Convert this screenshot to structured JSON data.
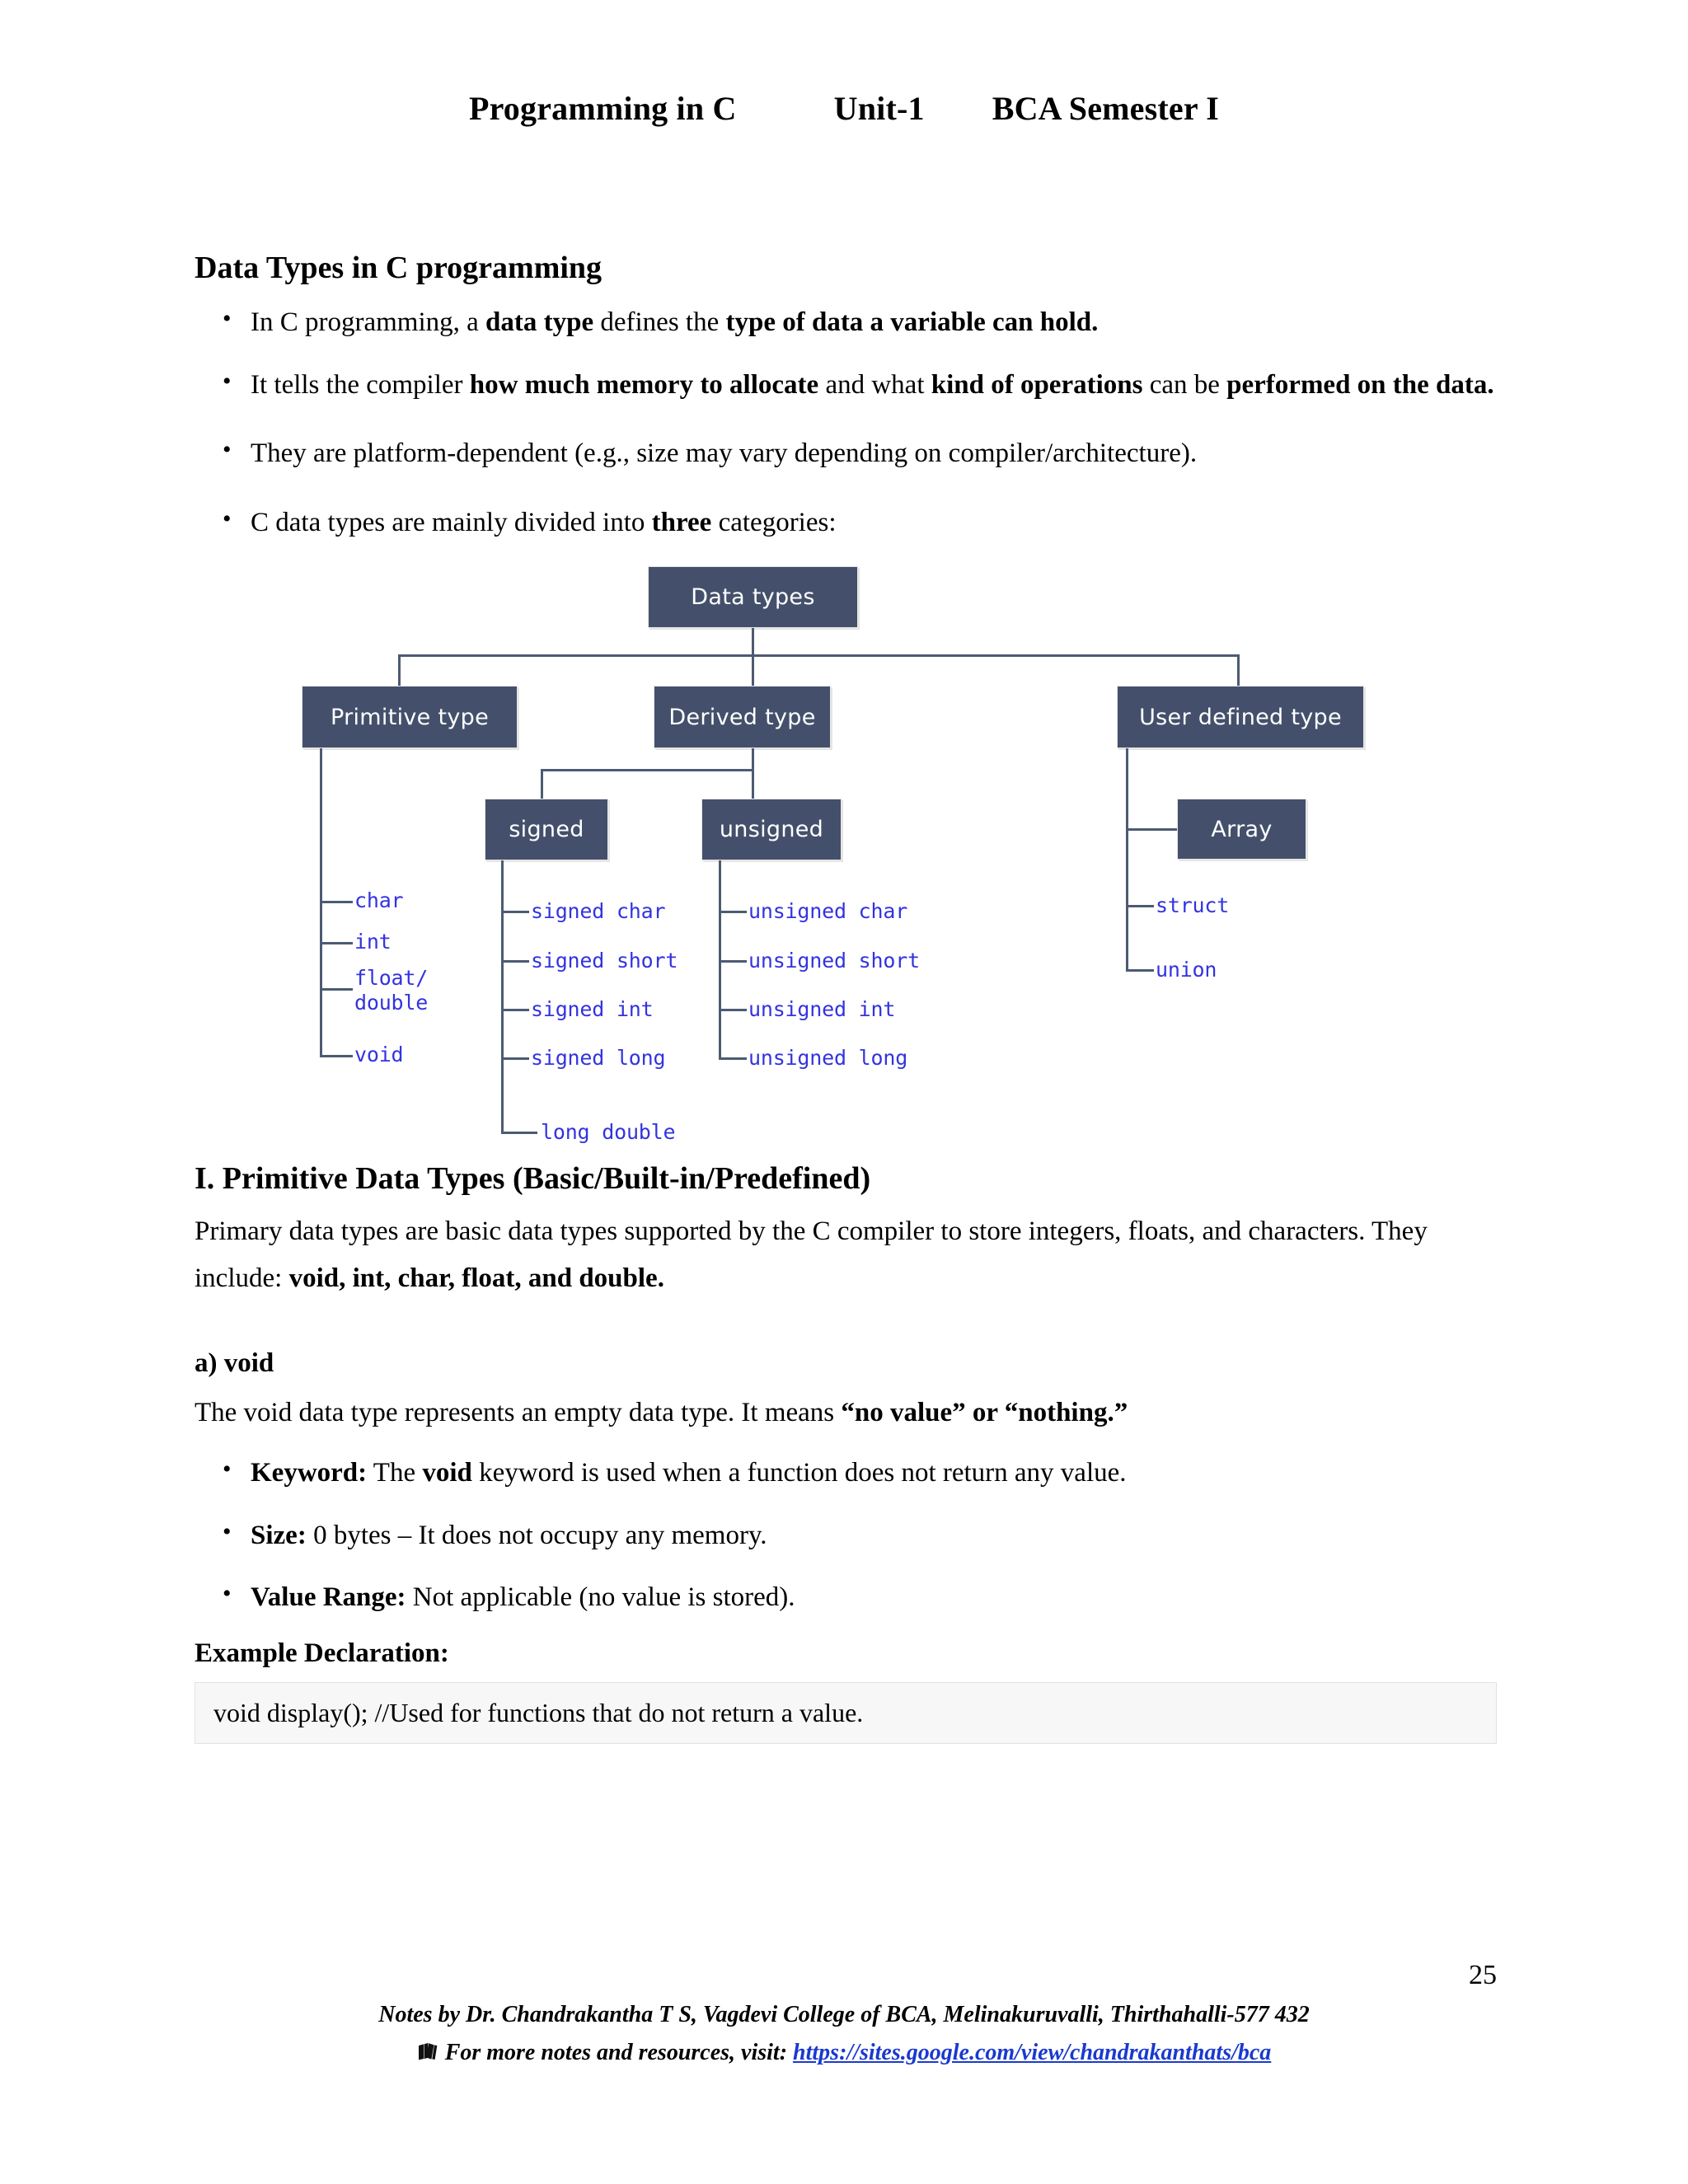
{
  "header": {
    "course": "Programming in C",
    "unit": "Unit-1",
    "semester": "BCA Semester I"
  },
  "main": {
    "title": "Data Types in C programming",
    "intro_bullets": [
      {
        "parts": [
          {
            "t": "In C programming, a ",
            "b": false
          },
          {
            "t": "data type",
            "b": true
          },
          {
            "t": " defines the ",
            "b": false
          },
          {
            "t": "type of data a variable can hold.",
            "b": true
          }
        ]
      },
      {
        "parts": [
          {
            "t": "It tells the compiler ",
            "b": false
          },
          {
            "t": "how much memory to allocate",
            "b": true
          },
          {
            "t": " and what ",
            "b": false
          },
          {
            "t": "kind of operations",
            "b": true
          },
          {
            "t": " can be ",
            "b": false
          },
          {
            "t": "performed on the data.",
            "b": true
          }
        ]
      },
      {
        "parts": [
          {
            "t": "They are platform-dependent (e.g., size may vary depending on compiler/architecture).",
            "b": false
          }
        ]
      },
      {
        "parts": [
          {
            "t": "C data types are mainly divided into ",
            "b": false
          },
          {
            "t": "three",
            "b": true
          },
          {
            "t": " categories:",
            "b": false
          }
        ]
      }
    ],
    "section1_title": "I. Primitive Data Types (Basic/Built-in/Predefined)",
    "section1_para": [
      {
        "t": "Primary data types are basic data types supported by the C compiler to store integers, floats, and characters. They include: ",
        "b": false
      },
      {
        "t": "void, int, char, float, and double.",
        "b": true
      }
    ],
    "subsection_a_title": "a) void",
    "subsection_a_para": [
      {
        "t": "The void data type represents an empty data type. It means ",
        "b": false
      },
      {
        "t": "“no value” or “nothing.”",
        "b": true
      }
    ],
    "void_bullets": [
      {
        "parts": [
          {
            "t": "Keyword:",
            "b": true
          },
          {
            "t": " The ",
            "b": false
          },
          {
            "t": "void",
            "b": true
          },
          {
            "t": " keyword is used when a function does not return any value.",
            "b": false
          }
        ]
      },
      {
        "parts": [
          {
            "t": "Size:",
            "b": true
          },
          {
            "t": " 0 bytes – It does not occupy any memory.",
            "b": false
          }
        ]
      },
      {
        "parts": [
          {
            "t": "Value Range:",
            "b": true
          },
          {
            "t": " Not applicable (no value is stored).",
            "b": false
          }
        ]
      }
    ],
    "example_label": "Example Declaration:",
    "example_code": "void display(); //Used for functions that do not return a value."
  },
  "diagram": {
    "colors": {
      "node_fill": "#44506B",
      "node_text": "#ffffff",
      "connector": "#4d5b72",
      "leaf_text": "#3333e0"
    },
    "nodes": {
      "root": "Data types",
      "primitive": "Primitive type",
      "derived": "Derived type",
      "userdefined": "User defined type",
      "signed": "signed",
      "unsigned": "unsigned",
      "array": "Array"
    },
    "leaves": {
      "primitive": [
        "char",
        "int",
        "float/",
        "double",
        "void"
      ],
      "signed": [
        "signed char",
        "signed short",
        "signed int",
        "signed long",
        "long double"
      ],
      "unsigned": [
        "unsigned char",
        "unsigned short",
        "unsigned int",
        "unsigned long"
      ],
      "userdefined": [
        "struct",
        "union"
      ]
    }
  },
  "footer": {
    "page_number": "25",
    "notes_line": "Notes by Dr. Chandrakantha T S, Vagdevi College of BCA, Melinakuruvalli, Thirthahalli-577 432",
    "icon": "books-icon",
    "visit_text": "For more notes and resources, visit:",
    "link_text": "https://sites.google.com/view/chandrakanthats/bca",
    "link_color": "#1a39cf"
  }
}
